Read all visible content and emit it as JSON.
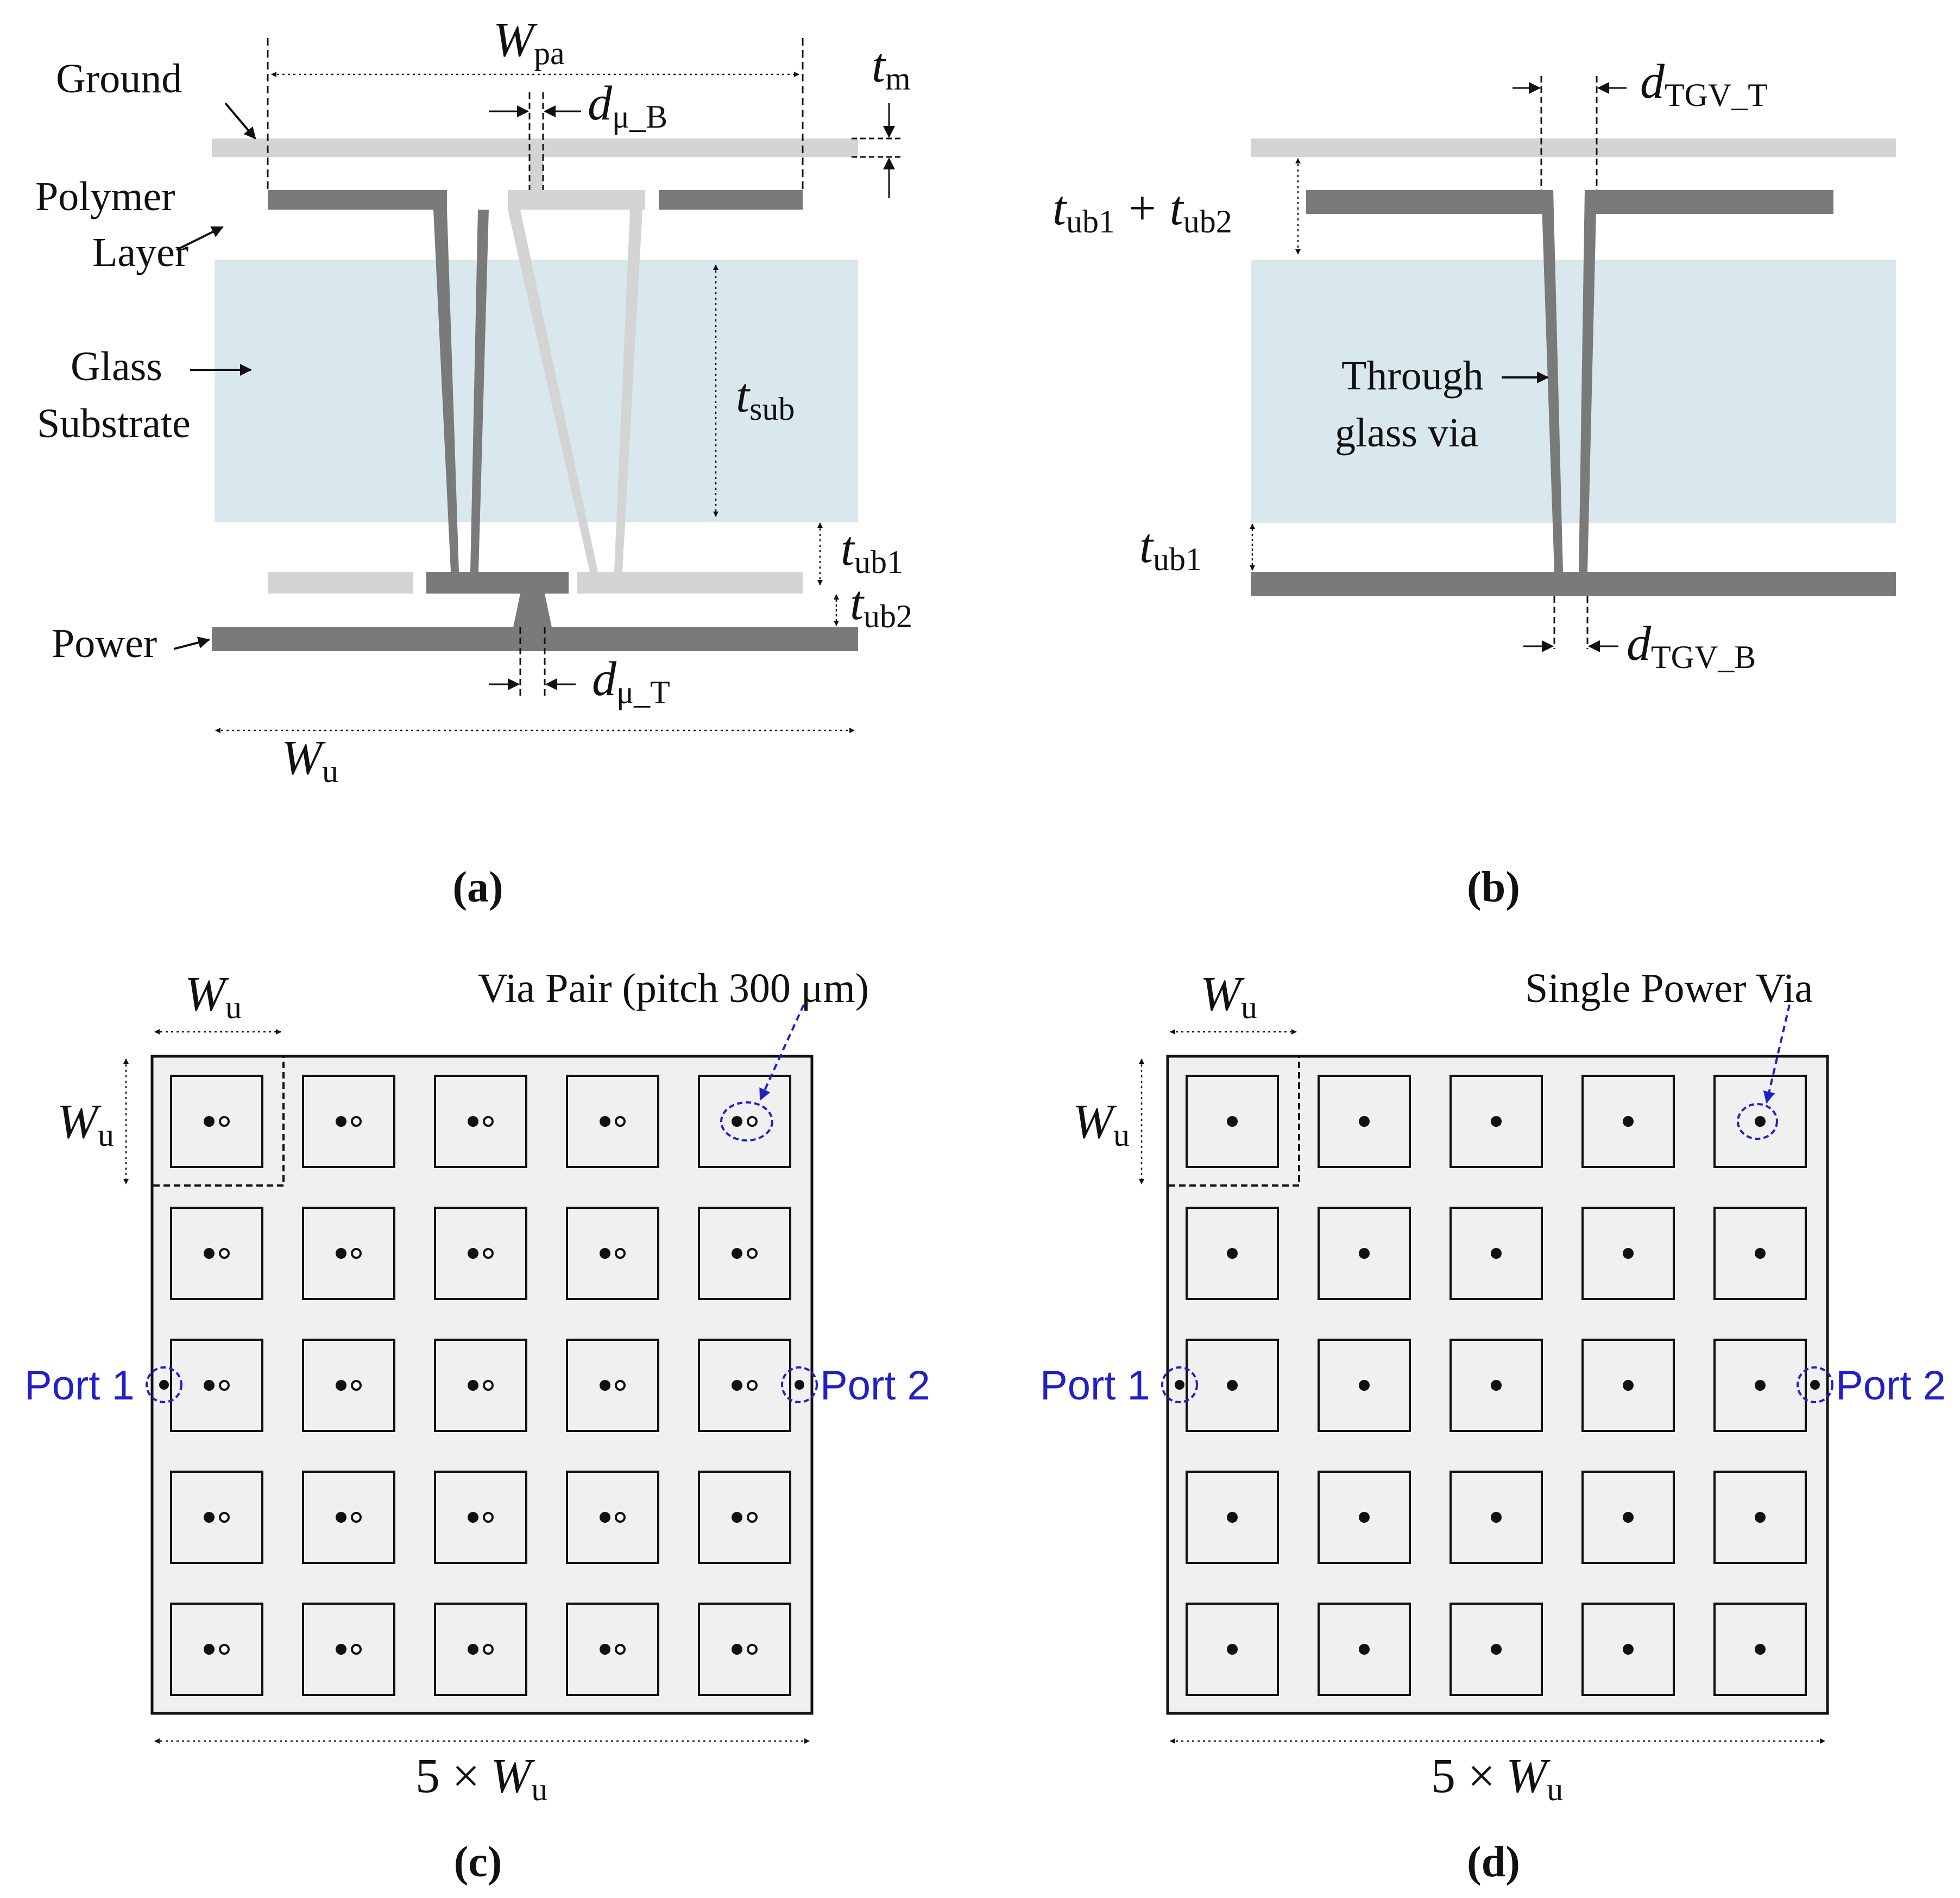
{
  "panel_a": {
    "caption": "(a)",
    "labels": {
      "ground": "Ground",
      "polymer": "Polymer",
      "polymer_2": "Layer",
      "glass": "Glass",
      "glass_2": "Substrate",
      "power": "Power"
    },
    "dims": {
      "w_pa_main": "W",
      "w_pa_sub": "pa",
      "t_m_main": "t",
      "t_m_sub": "m",
      "d_mu_b_main": "d",
      "d_mu_b_sub": "μ_B",
      "t_sub_main": "t",
      "t_sub_sub": "sub",
      "t_ub1_main": "t",
      "t_ub1_sub": "ub1",
      "t_ub2_main": "t",
      "t_ub2_sub": "ub2",
      "d_mu_t_main": "d",
      "d_mu_t_sub": "μ_T",
      "w_u_main": "W",
      "w_u_sub": "u"
    }
  },
  "panel_b": {
    "caption": "(b)",
    "labels": {
      "tgv": "Through",
      "tgv_2": "glass via"
    },
    "dims": {
      "d_tgv_t_main": "d",
      "d_tgv_t_sub": "TGV_T",
      "t_sum_a_main": "t",
      "t_sum_a_sub": "ub1",
      "t_sum_plus": "+",
      "t_sum_b_main": "t",
      "t_sum_b_sub": "ub2",
      "t_ub1_main": "t",
      "t_ub1_sub": "ub1",
      "d_tgv_b_main": "d",
      "d_tgv_b_sub": "TGV_B"
    }
  },
  "panel_c": {
    "caption": "(c)",
    "annotation": "Via Pair (pitch 300 μm)",
    "port1": "Port 1",
    "port2": "Port 2",
    "grid": "5 × 5",
    "wu_main": "W",
    "wu_sub": "u",
    "width_prefix": "5 ×",
    "width_main": "W",
    "width_sub": "u"
  },
  "panel_d": {
    "caption": "(d)",
    "annotation": "Single Power Via",
    "port1": "Port 1",
    "port2": "Port 2",
    "grid": "5 × 5",
    "wu_main": "W",
    "wu_sub": "u",
    "width_prefix": "5 ×",
    "width_main": "W",
    "width_sub": "u"
  },
  "colors": {
    "glass": "#d8e8ed",
    "dark_metal": "#7a7a7a",
    "light_metal": "#d4d4d4",
    "grid_fill": "#f0f0f0",
    "port_blue": "#2020c8"
  }
}
